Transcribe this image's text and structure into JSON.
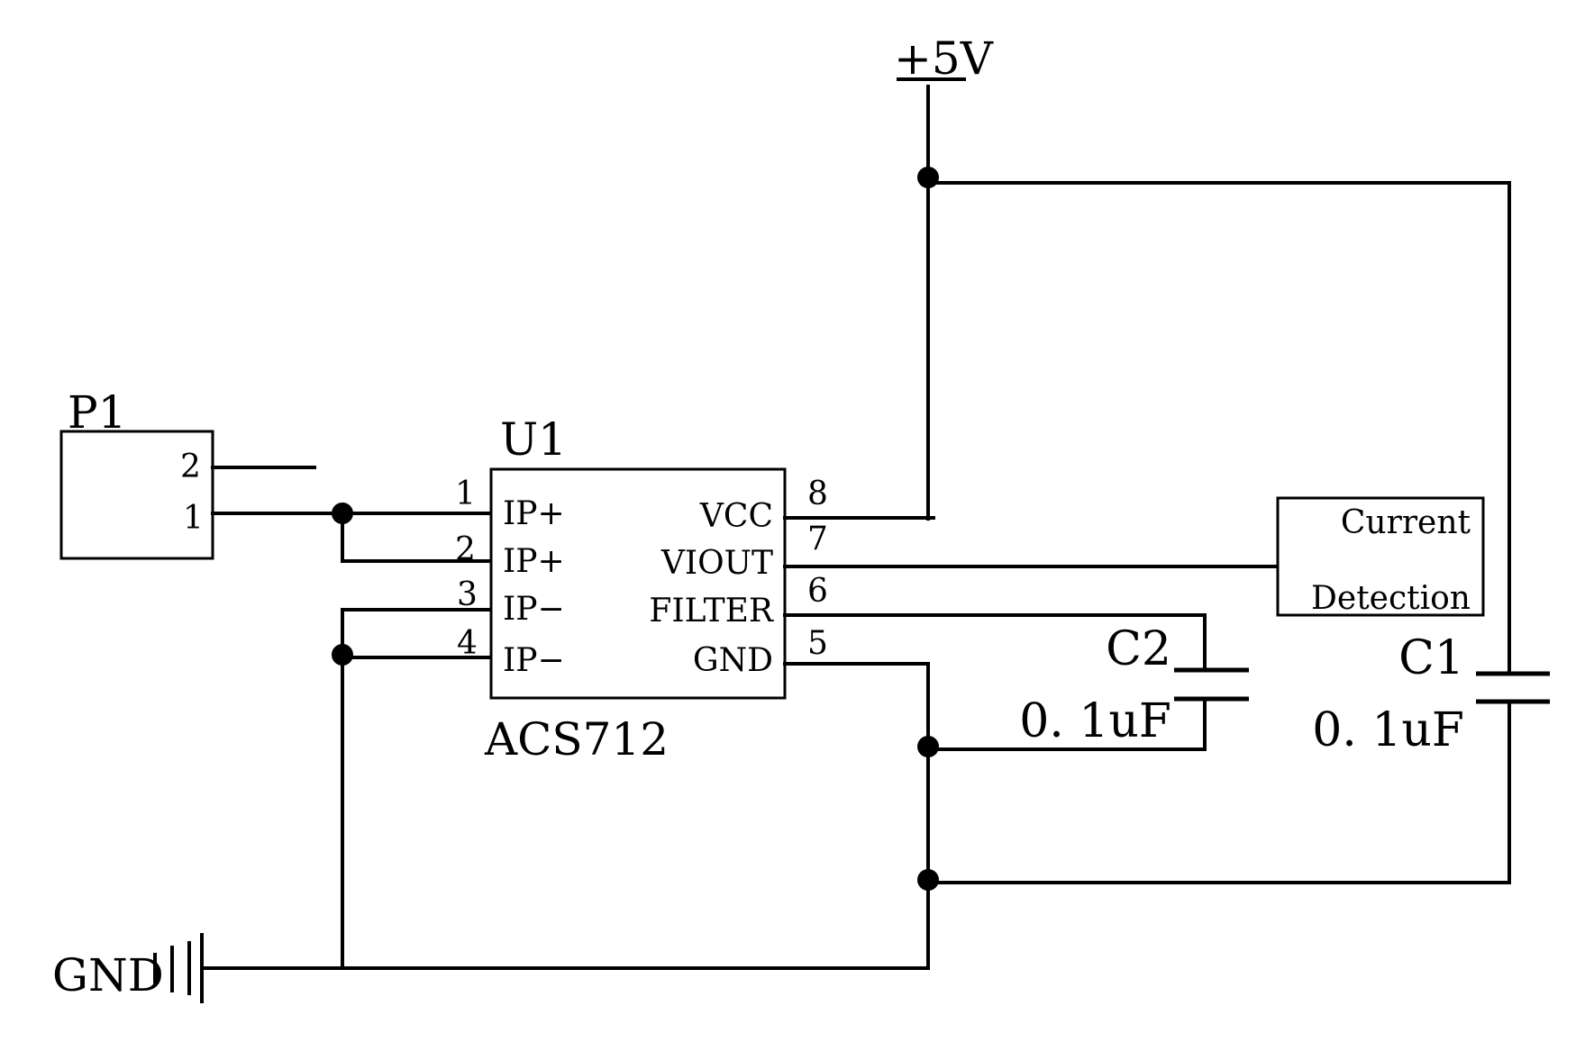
{
  "supply": {
    "label": "+5V"
  },
  "ground": {
    "label": "GND"
  },
  "connector": {
    "ref": "P1",
    "pins": [
      "2",
      "1"
    ]
  },
  "ic": {
    "ref": "U1",
    "part": "ACS712",
    "left_pins": [
      {
        "num": "1",
        "name": "IP+"
      },
      {
        "num": "2",
        "name": "IP+"
      },
      {
        "num": "3",
        "name": "IP−"
      },
      {
        "num": "4",
        "name": "IP−"
      }
    ],
    "right_pins": [
      {
        "num": "8",
        "name": "VCC"
      },
      {
        "num": "7",
        "name": "VIOUT"
      },
      {
        "num": "6",
        "name": "FILTER"
      },
      {
        "num": "5",
        "name": "GND"
      }
    ]
  },
  "detection_block": {
    "line1": "Current",
    "line2": "Detection"
  },
  "capacitors": [
    {
      "ref": "C2",
      "value": "0. 1uF"
    },
    {
      "ref": "C1",
      "value": "0. 1uF"
    }
  ]
}
